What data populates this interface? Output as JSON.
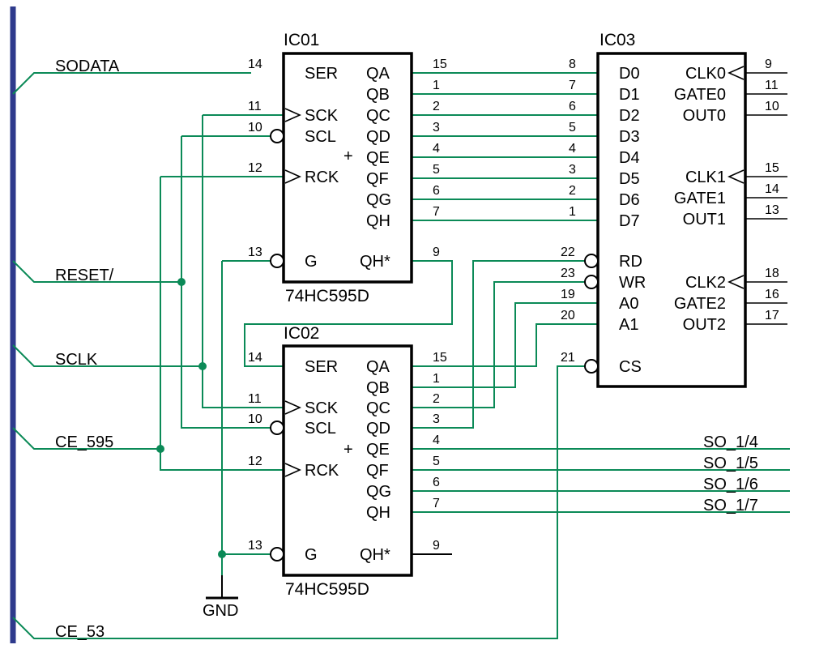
{
  "colors": {
    "wire": "#0b8a57",
    "bus": "#2e3a8c",
    "body": "#000000"
  },
  "bus_labels": [
    "SODATA",
    "RESET/",
    "SCLK",
    "CE_595",
    "CE_53"
  ],
  "gnd_label": "GND",
  "ic01": {
    "name": "IC01",
    "part": "74HC595D",
    "left": [
      {
        "num": "14",
        "label": "SER"
      },
      {
        "num": "11",
        "label": "SCK"
      },
      {
        "num": "10",
        "label": "SCL"
      },
      {
        "num": "12",
        "label": "RCK"
      },
      {
        "num": "13",
        "label": "G"
      }
    ],
    "right": [
      {
        "num": "15",
        "label": "QA"
      },
      {
        "num": "1",
        "label": "QB"
      },
      {
        "num": "2",
        "label": "QC"
      },
      {
        "num": "3",
        "label": "QD"
      },
      {
        "num": "4",
        "label": "QE"
      },
      {
        "num": "5",
        "label": "QF"
      },
      {
        "num": "6",
        "label": "QG"
      },
      {
        "num": "7",
        "label": "QH"
      },
      {
        "num": "9",
        "label": "QH*"
      }
    ]
  },
  "ic02": {
    "name": "IC02",
    "part": "74HC595D",
    "left": [
      {
        "num": "14",
        "label": "SER"
      },
      {
        "num": "11",
        "label": "SCK"
      },
      {
        "num": "10",
        "label": "SCL"
      },
      {
        "num": "12",
        "label": "RCK"
      },
      {
        "num": "13",
        "label": "G"
      }
    ],
    "right": [
      {
        "num": "15",
        "label": "QA"
      },
      {
        "num": "1",
        "label": "QB"
      },
      {
        "num": "2",
        "label": "QC"
      },
      {
        "num": "3",
        "label": "QD"
      },
      {
        "num": "4",
        "label": "QE"
      },
      {
        "num": "5",
        "label": "QF"
      },
      {
        "num": "6",
        "label": "QG"
      },
      {
        "num": "7",
        "label": "QH"
      },
      {
        "num": "9",
        "label": "QH*"
      }
    ]
  },
  "ic03": {
    "name": "IC03",
    "left": [
      {
        "num": "8",
        "label": "D0"
      },
      {
        "num": "7",
        "label": "D1"
      },
      {
        "num": "6",
        "label": "D2"
      },
      {
        "num": "5",
        "label": "D3"
      },
      {
        "num": "4",
        "label": "D4"
      },
      {
        "num": "3",
        "label": "D5"
      },
      {
        "num": "2",
        "label": "D6"
      },
      {
        "num": "1",
        "label": "D7"
      },
      {
        "num": "22",
        "label": "RD"
      },
      {
        "num": "23",
        "label": "WR"
      },
      {
        "num": "19",
        "label": "A0"
      },
      {
        "num": "20",
        "label": "A1"
      },
      {
        "num": "21",
        "label": "CS"
      }
    ],
    "right": [
      {
        "num": "9",
        "label": "CLK0"
      },
      {
        "num": "11",
        "label": "GATE0"
      },
      {
        "num": "10",
        "label": "OUT0"
      },
      {
        "num": "15",
        "label": "CLK1"
      },
      {
        "num": "14",
        "label": "GATE1"
      },
      {
        "num": "13",
        "label": "OUT1"
      },
      {
        "num": "18",
        "label": "CLK2"
      },
      {
        "num": "16",
        "label": "GATE2"
      },
      {
        "num": "17",
        "label": "OUT2"
      }
    ]
  },
  "outputs": [
    "SO_1/4",
    "SO_1/5",
    "SO_1/6",
    "SO_1/7"
  ]
}
